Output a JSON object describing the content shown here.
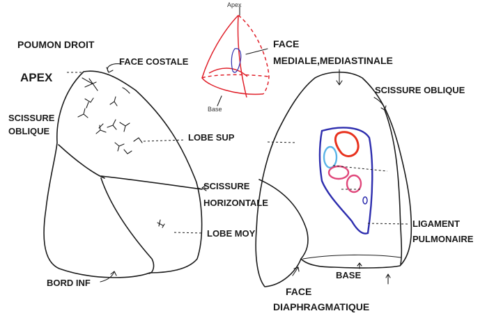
{
  "labels": {
    "poumon_droit": "POUMON DROIT",
    "apex": "APEX",
    "face_costale": "FACE COSTALE",
    "scissure_oblique_left_1": "SCISSURE",
    "scissure_oblique_left_2": "OBLIQUE",
    "lobe_sup": "LOBE SUP",
    "scissure_horizontale_1": "SCISSURE",
    "scissure_horizontale_2": "HORIZONTALE",
    "lobe_moy": "LOBE MOY",
    "bord_inf": "BORD INF",
    "face_mediale_1": "FACE",
    "face_mediale_2": "MEDIALE,MEDIASTINALE",
    "scissure_oblique_right": "SCISSURE OBLIQUE",
    "ligament_1": "LIGAMENT",
    "ligament_2": "PULMONAIRE",
    "base": "BASE",
    "face_diaph_1": "FACE",
    "face_diaph_2": "DIAPHRAGMATIQUE"
  },
  "inset": {
    "apex": "Apex",
    "base": "Base"
  },
  "colors": {
    "ink": "#1a1a1a",
    "inset_red": "#e0202a",
    "hilum_outline": "#2d2dae",
    "vessel_red": "#e8321e",
    "vessel_blue": "#5ab4e8",
    "vessel_pink": "#e0467a"
  }
}
